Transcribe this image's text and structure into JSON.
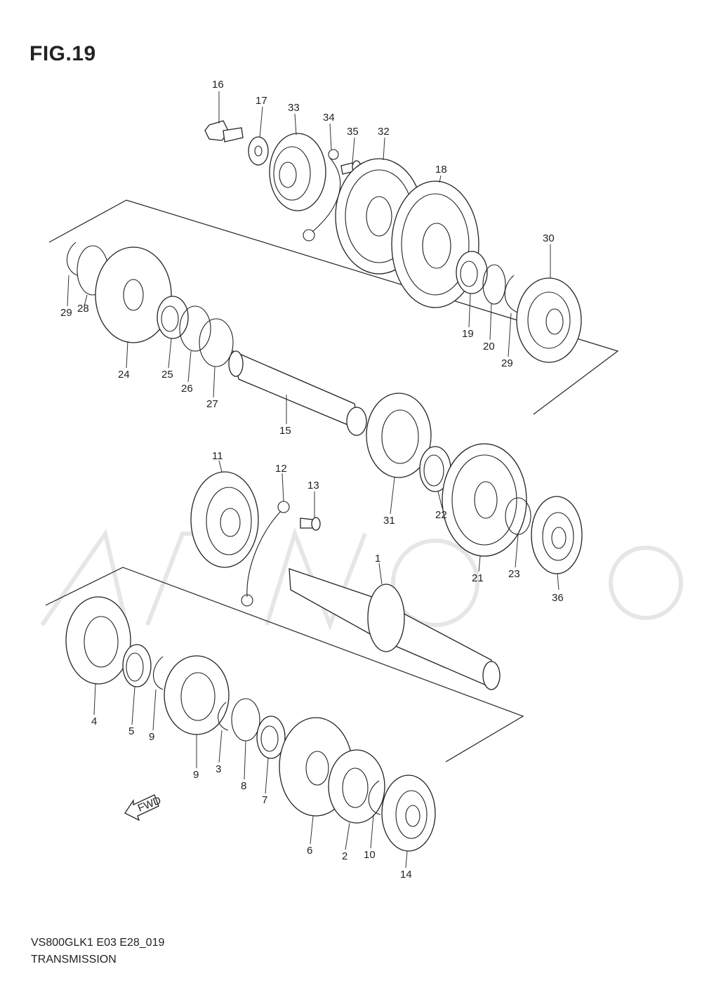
{
  "figure": {
    "title": "FIG.19"
  },
  "footer": {
    "model_code": "VS800GLK1 E03 E28_019",
    "section_title": "TRANSMISSION"
  },
  "direction_marker": {
    "label": "FWD"
  },
  "callouts": [
    {
      "label": "16"
    },
    {
      "label": "17"
    },
    {
      "label": "33"
    },
    {
      "label": "34"
    },
    {
      "label": "35"
    },
    {
      "label": "32"
    },
    {
      "label": "18"
    },
    {
      "label": "30"
    },
    {
      "label": "29"
    },
    {
      "label": "28"
    },
    {
      "label": "24"
    },
    {
      "label": "25"
    },
    {
      "label": "26"
    },
    {
      "label": "27"
    },
    {
      "label": "15"
    },
    {
      "label": "19"
    },
    {
      "label": "20"
    },
    {
      "label": "29"
    },
    {
      "label": "11"
    },
    {
      "label": "12"
    },
    {
      "label": "13"
    },
    {
      "label": "31"
    },
    {
      "label": "22"
    },
    {
      "label": "21"
    },
    {
      "label": "23"
    },
    {
      "label": "36"
    },
    {
      "label": "1"
    },
    {
      "label": "4"
    },
    {
      "label": "5"
    },
    {
      "label": "9"
    },
    {
      "label": "9"
    },
    {
      "label": "3"
    },
    {
      "label": "8"
    },
    {
      "label": "7"
    },
    {
      "label": "6"
    },
    {
      "label": "2"
    },
    {
      "label": "10"
    },
    {
      "label": "14"
    }
  ]
}
